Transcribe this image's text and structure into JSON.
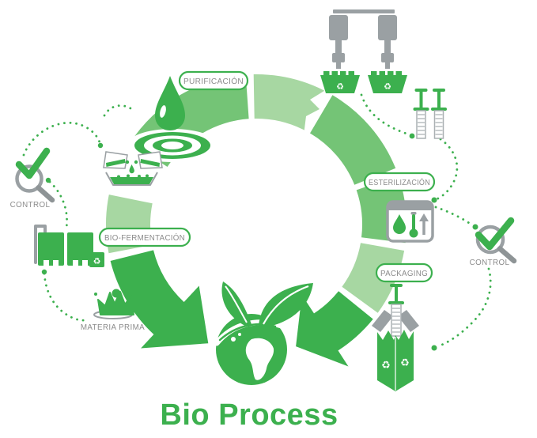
{
  "title": "Bio Process",
  "stages": {
    "purificacion": "PURIFICACIÓN",
    "esterilizacion": "ESTERILIZACIÓN",
    "packaging": "PACKAGING",
    "bio_fermentacion": "BIO-FERMENTACIÓN",
    "materia_prima": "MATERIA PRIMA",
    "control_left": "CONTROL",
    "control_right": "CONTROL"
  },
  "glyphs": {
    "recycle": "♻"
  },
  "colors": {
    "green_dark": "#3cb04e",
    "green_medium": "#74c476",
    "green_light": "#a7d7a2",
    "icon_gray": "#9aa0a3",
    "label_gray": "#8c8c8c"
  }
}
